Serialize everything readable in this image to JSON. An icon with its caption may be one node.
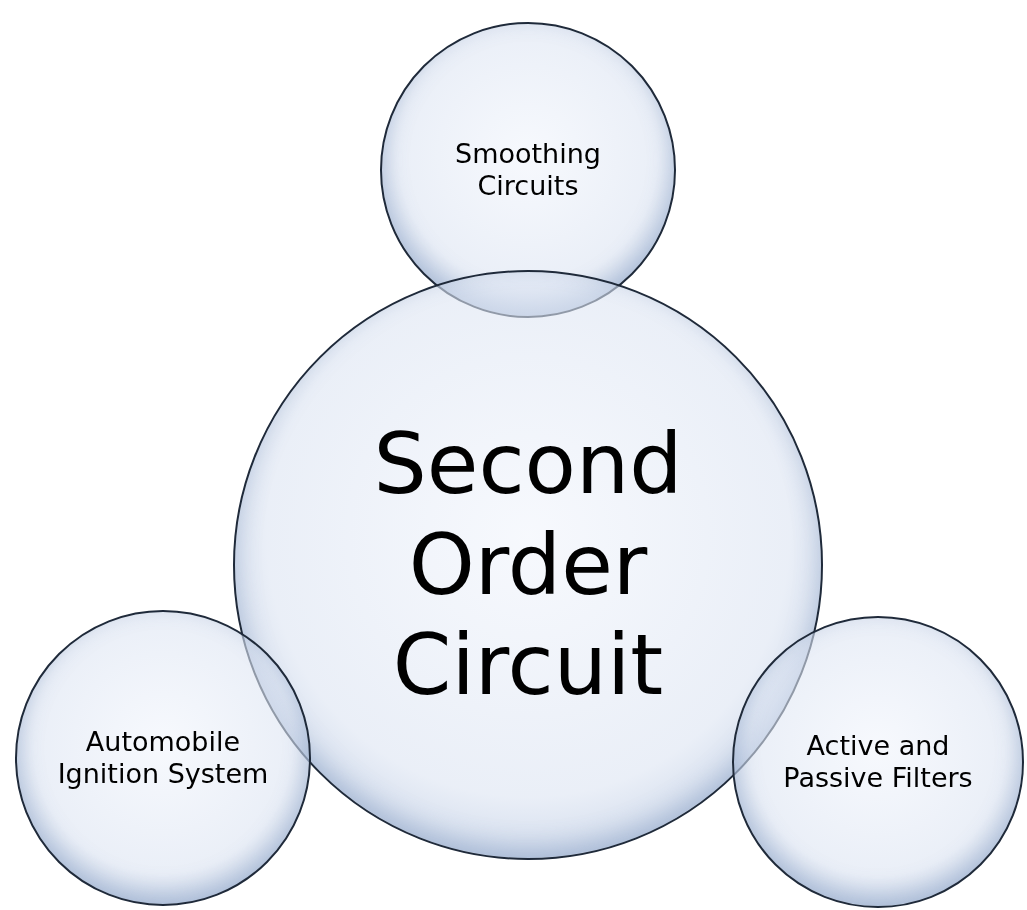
{
  "diagram": {
    "nodes": [
      {
        "text": [
          "Smoothing Circuits"
        ]
      },
      {
        "text": [
          "Second Order Circuit"
        ]
      },
      {
        "text": [
          "Automobile Ignition System"
        ]
      },
      {
        "text": [
          "Active and Passive Filters"
        ]
      }
    ]
  }
}
